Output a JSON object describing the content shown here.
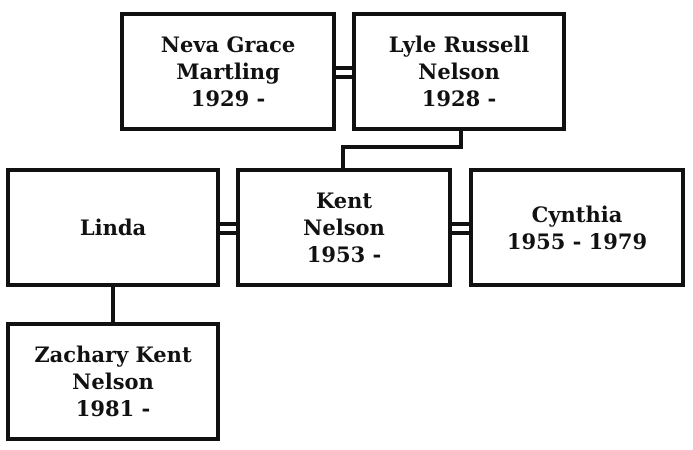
{
  "people": {
    "neva": {
      "name_line1": "Neva Grace",
      "name_line2": "Martling",
      "years": "1929 -"
    },
    "lyle": {
      "name_line1": "Lyle Russell",
      "name_line2": "Nelson",
      "years": "1928 -"
    },
    "linda": {
      "name_line1": "Linda"
    },
    "kent": {
      "name_line1": "Kent",
      "name_line2": "Nelson",
      "years": "1953 -"
    },
    "cynthia": {
      "name_line1": "Cynthia",
      "years": "1955 - 1979"
    },
    "zachary": {
      "name_line1": "Zachary Kent",
      "name_line2": "Nelson",
      "years": "1981 -"
    }
  },
  "relationships": {
    "marriages": [
      [
        "neva",
        "lyle"
      ],
      [
        "linda",
        "kent"
      ],
      [
        "kent",
        "cynthia"
      ]
    ],
    "parent_child": [
      [
        "lyle",
        "kent"
      ],
      [
        "linda",
        "zachary"
      ]
    ]
  },
  "colors": {
    "line": "#111111",
    "box_border": "#111111",
    "box_fill": "#ffffff",
    "text": "#111111"
  }
}
